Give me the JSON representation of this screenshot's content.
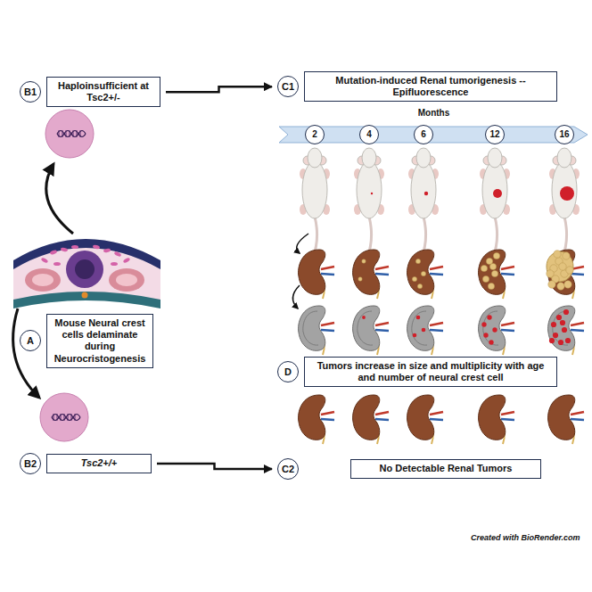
{
  "diagram": {
    "nodes": [
      {
        "text": [
          "B1",
          "Haploinsufficient at Tsc2+/-"
        ]
      },
      {
        "text": [
          "C1",
          "Mutation-induced Renal tumorigenesis -- Epifluorescence"
        ]
      },
      {
        "text": [
          "Months"
        ]
      },
      {
        "text": [
          "2"
        ],
        "in": 2
      },
      {
        "text": [
          "4"
        ],
        "in": 2
      },
      {
        "text": [
          "6"
        ],
        "in": 2
      },
      {
        "text": [
          "12"
        ],
        "in": 2
      },
      {
        "text": [
          "16"
        ],
        "in": 2
      },
      {
        "text": [
          "A",
          "Mouse Neural crest cells delaminate during Neurocristogenesis"
        ]
      },
      {
        "text": [
          "D",
          "Tumors increase in size and multiplicity with age and number of neural crest cell"
        ]
      },
      {
        "text": [
          "B2",
          "Tsc2+/+"
        ]
      },
      {
        "text": [
          "C2",
          "No Detectable Renal Tumors"
        ]
      }
    ],
    "edges": [
      {
        "from": 0,
        "to": 1,
        "arrow": "to"
      },
      {
        "from": 10,
        "to": 11,
        "arrow": "to"
      }
    ],
    "labels": [
      "Created with BioRender.com"
    ]
  }
}
